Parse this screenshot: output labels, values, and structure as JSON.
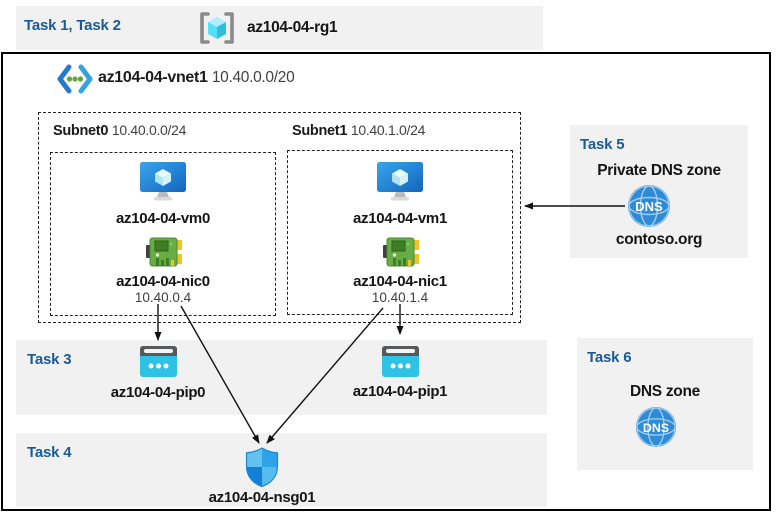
{
  "colors": {
    "task_header_blue": "#1a5a96",
    "band_gray": "#f1f1f2",
    "frame_border": "#000000",
    "vm_blue": "#1b76d2",
    "nic_green": "#68ac44",
    "pip_cyan": "#2ec2e5",
    "dns_blue": "#2e8bd5",
    "nsg_blue": "#2fa3e8"
  },
  "header_band": {
    "title": "Task 1, Task 2",
    "resource_group": "az104-04-rg1"
  },
  "vnet": {
    "name": "az104-04-vnet1",
    "cidr": "10.40.0.0/20"
  },
  "subnets": [
    {
      "name": "Subnet0",
      "cidr": "10.40.0.0/24",
      "vm": "az104-04-vm0",
      "nic": "az104-04-nic0",
      "ip": "10.40.0.4"
    },
    {
      "name": "Subnet1",
      "cidr": "10.40.1.0/24",
      "vm": "az104-04-vm1",
      "nic": "az104-04-nic1",
      "ip": "10.40.1.4"
    }
  ],
  "task3": {
    "title": "Task 3",
    "pips": [
      "az104-04-pip0",
      "az104-04-pip1"
    ]
  },
  "task4": {
    "title": "Task 4",
    "nsg": "az104-04-nsg01"
  },
  "task5": {
    "title": "Task 5",
    "heading": "Private DNS zone",
    "zone": "contoso.org",
    "icon_label": "DNS"
  },
  "task6": {
    "title": "Task 6",
    "heading": "DNS zone",
    "icon_label": "DNS"
  }
}
